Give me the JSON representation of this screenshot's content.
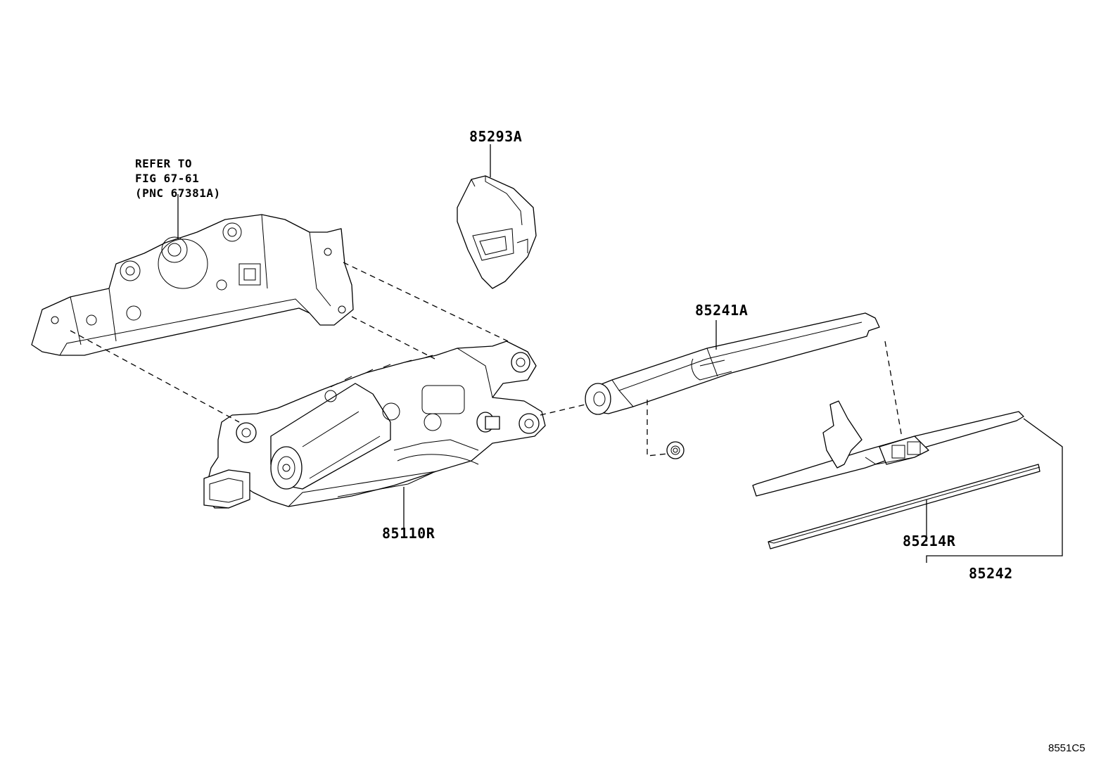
{
  "refer": {
    "line1": "REFER TO",
    "line2": "FIG 67-61",
    "line3": "(PNC 67381A)"
  },
  "parts": {
    "p85293A": "85293A",
    "p85241A": "85241A",
    "p85110R": "85110R",
    "p85214R": "85214R",
    "p85242": "85242"
  },
  "diagram_code": "8551C5"
}
